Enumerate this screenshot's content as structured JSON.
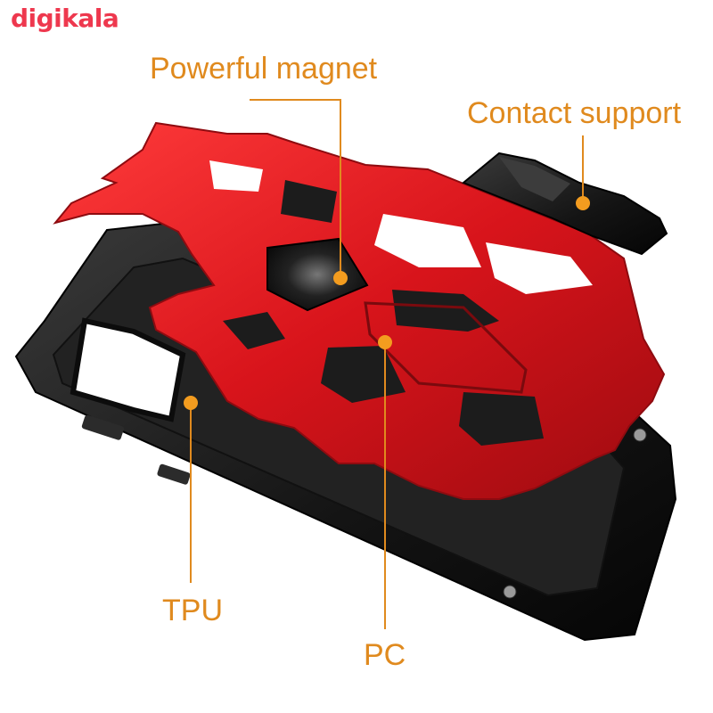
{
  "brand": {
    "name": "digikala",
    "color": "#ee384e"
  },
  "callouts": {
    "magnet": "Powerful magnet",
    "contact": "Contact support",
    "tpu": "TPU",
    "pc": "PC"
  },
  "colors": {
    "callout_text": "#e08a1e",
    "callout_dot": "#f39c1f",
    "bumper": "#1a1a1a",
    "frame": "#e01e24"
  }
}
